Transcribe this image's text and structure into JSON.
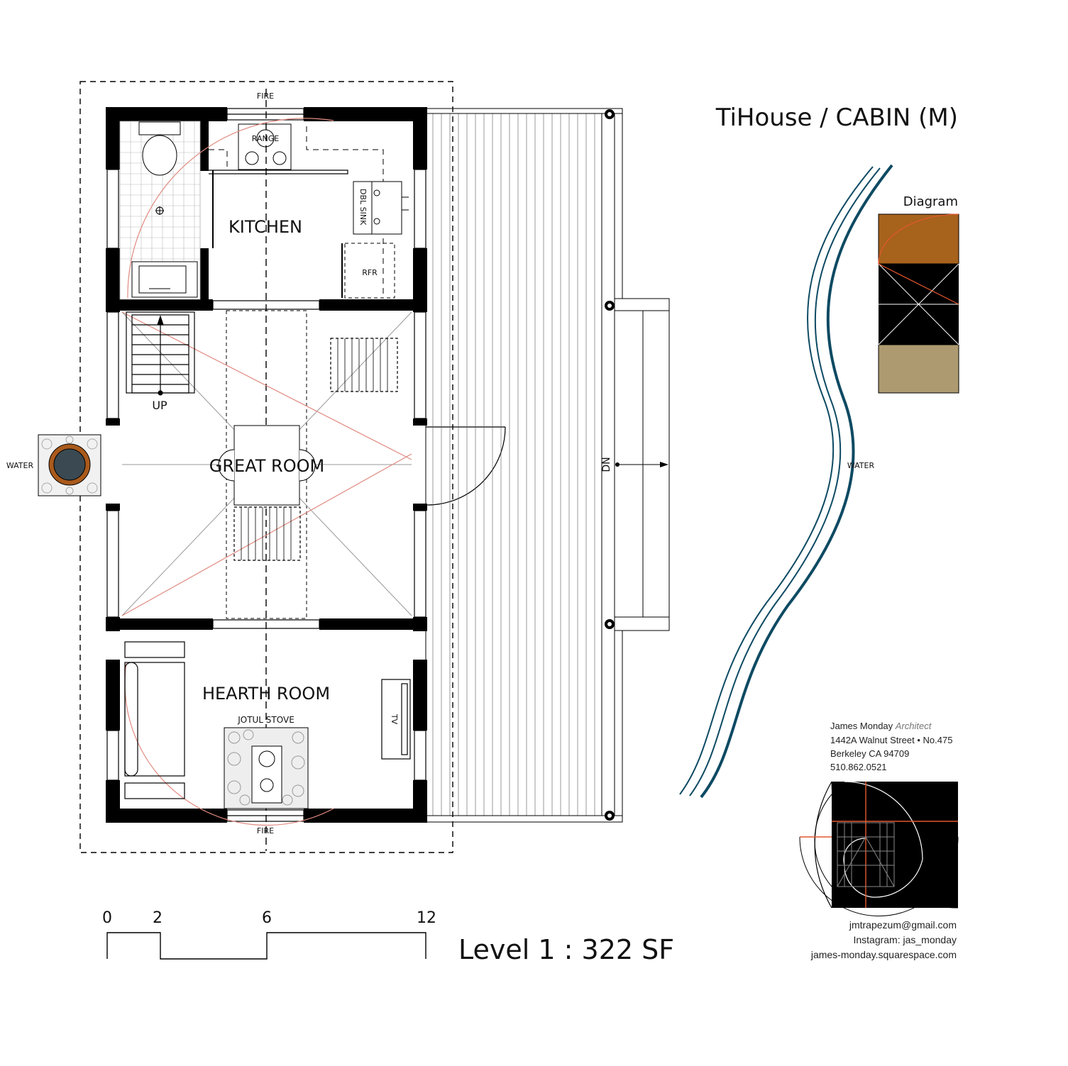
{
  "title": "TiHouse / CABIN  (M)",
  "level_label": "Level 1 : 322 SF",
  "diagram_label": "Diagram",
  "rooms": {
    "kitchen": "KITCHEN",
    "great_room": "GREAT ROOM",
    "hearth_room": "HEARTH ROOM"
  },
  "labels": {
    "fire_top": "FIRE",
    "fire_bottom": "FIRE",
    "range": "RANGE",
    "dbl_sink": "DBL SINK",
    "rfr": "RFR",
    "up": "UP",
    "dn": "DN",
    "tv": "TV",
    "jotul_stove": "JOTUL STOVE",
    "water_left": "WATER",
    "water_right": "WATER"
  },
  "scale_bar": {
    "ticks": [
      "0",
      "2",
      "6",
      "12"
    ]
  },
  "architect": {
    "name": "James Monday",
    "role": "Architect",
    "address1": "1442A Walnut Street • No.475",
    "address2": "Berkeley CA 94709",
    "phone": "510.862.0521",
    "email": "jmtrapezum@gmail.com",
    "instagram": "Instagram: jas_monday",
    "website": "james-monday.squarespace.com"
  },
  "colors": {
    "river": "#0e4a63",
    "diagram_top": "#a7621c",
    "diagram_mid": "#000000",
    "diagram_bottom": "#ad9a70",
    "guide_red": "#e08a80",
    "logo_orange": "#e4572e",
    "well_ring": "#a95a1c",
    "well_water": "#3b4a52"
  }
}
